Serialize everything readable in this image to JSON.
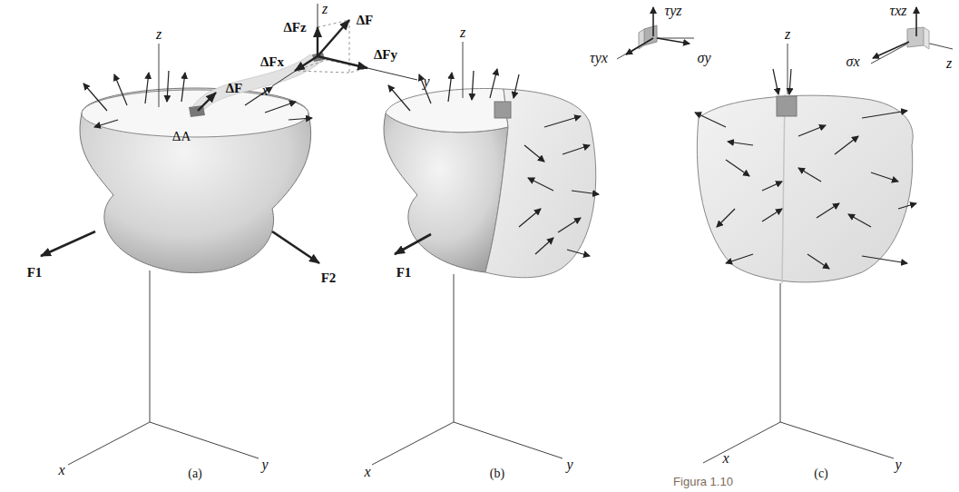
{
  "diagram": {
    "caption": "Figura 1.10",
    "labels": [
      "z",
      "ΔFz",
      "ΔF",
      "ΔFx",
      "ΔFy",
      "x",
      "y",
      "ΔA",
      "ΔF",
      "z",
      "F1",
      "F2",
      "x",
      "y",
      "(a)",
      "τyz",
      "τyx",
      "σy",
      "z",
      "F1",
      "x",
      "y",
      "(b)",
      "τxz",
      "σx",
      "z",
      "z",
      "x",
      "y",
      "(c)"
    ]
  }
}
